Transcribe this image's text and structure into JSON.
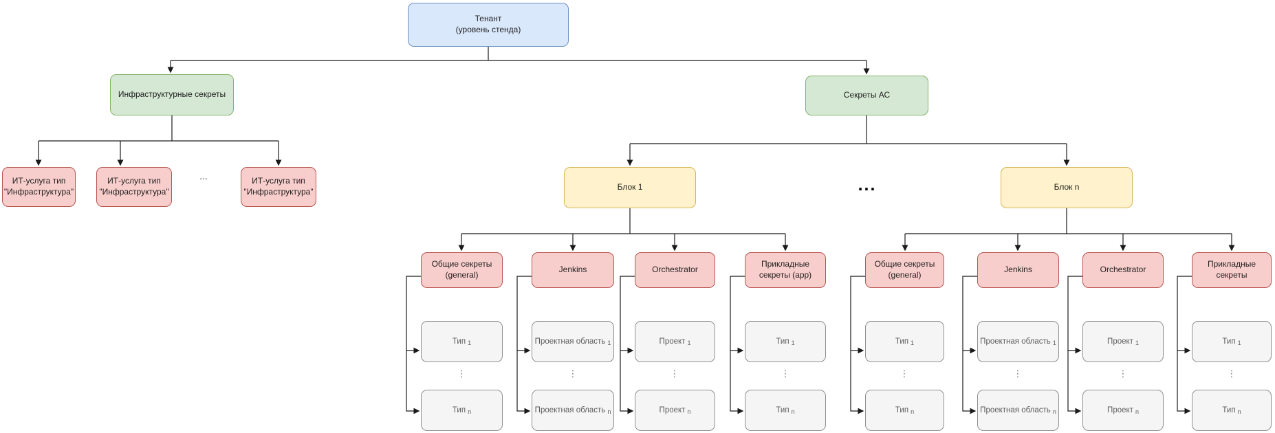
{
  "diagram": {
    "tenant": {
      "label": "Тенант\n(уровень стенда)"
    },
    "infra": {
      "label": "Инфраструктурные секреты"
    },
    "as_secrets": {
      "label": "Секреты АС"
    },
    "it_services": [
      {
        "label": "ИТ-услуга тип\n\"Инфраструктура\""
      },
      {
        "label": "ИТ-услуга тип\n\"Инфраструктура\""
      },
      {
        "label": "ИТ-услуга тип\n\"Инфраструктура\""
      }
    ],
    "it_ellipsis": "...",
    "blocks_ellipsis": "...",
    "block1": {
      "label": "Блок 1"
    },
    "blockn": {
      "label": "Блок n"
    },
    "block1_children": [
      {
        "label": "Общие секреты\n(general)"
      },
      {
        "label": "Jenkins"
      },
      {
        "label": "Orchestrator"
      },
      {
        "label": "Прикладные\nсекреты (app)"
      }
    ],
    "blockn_children": [
      {
        "label": "Общие секреты\n(general)"
      },
      {
        "label": "Jenkins"
      },
      {
        "label": "Orchestrator"
      },
      {
        "label": "Прикладные\nсекреты"
      }
    ],
    "block1_leaves": [
      {
        "first": {
          "text": "Тип",
          "sub": "1"
        },
        "last": {
          "text": "Тип",
          "sub": "n"
        }
      },
      {
        "first": {
          "text": "Проектная область",
          "sub": "1"
        },
        "last": {
          "text": "Проектная область",
          "sub": "n"
        }
      },
      {
        "first": {
          "text": "Проект",
          "sub": "1"
        },
        "last": {
          "text": "Проект",
          "sub": "n"
        }
      },
      {
        "first": {
          "text": "Тип",
          "sub": "1"
        },
        "last": {
          "text": "Тип",
          "sub": "n"
        }
      }
    ],
    "blockn_leaves": [
      {
        "first": {
          "text": "Тип",
          "sub": "1"
        },
        "last": {
          "text": "Тип",
          "sub": "n"
        }
      },
      {
        "first": {
          "text": "Проектная область",
          "sub": "1"
        },
        "last": {
          "text": "Проектная область",
          "sub": "n"
        }
      },
      {
        "first": {
          "text": "Проект",
          "sub": "1"
        },
        "last": {
          "text": "Проект",
          "sub": "n"
        }
      },
      {
        "first": {
          "text": "Тип",
          "sub": "1"
        },
        "last": {
          "text": "Тип",
          "sub": "n"
        }
      }
    ],
    "vdots": "⋮",
    "colors": {
      "tenant_fill": "#dae8fc",
      "tenant_stroke": "#6c8ebf",
      "group_fill": "#d5e8d4",
      "group_stroke": "#82b366",
      "service_fill": "#f8cecc",
      "service_stroke": "#b85450",
      "block_fill": "#fff2cc",
      "block_stroke": "#d6b656",
      "leaf_fill": "#f5f5f5",
      "leaf_stroke": "#8f8f8f",
      "edge": "#1a1a1a"
    }
  }
}
